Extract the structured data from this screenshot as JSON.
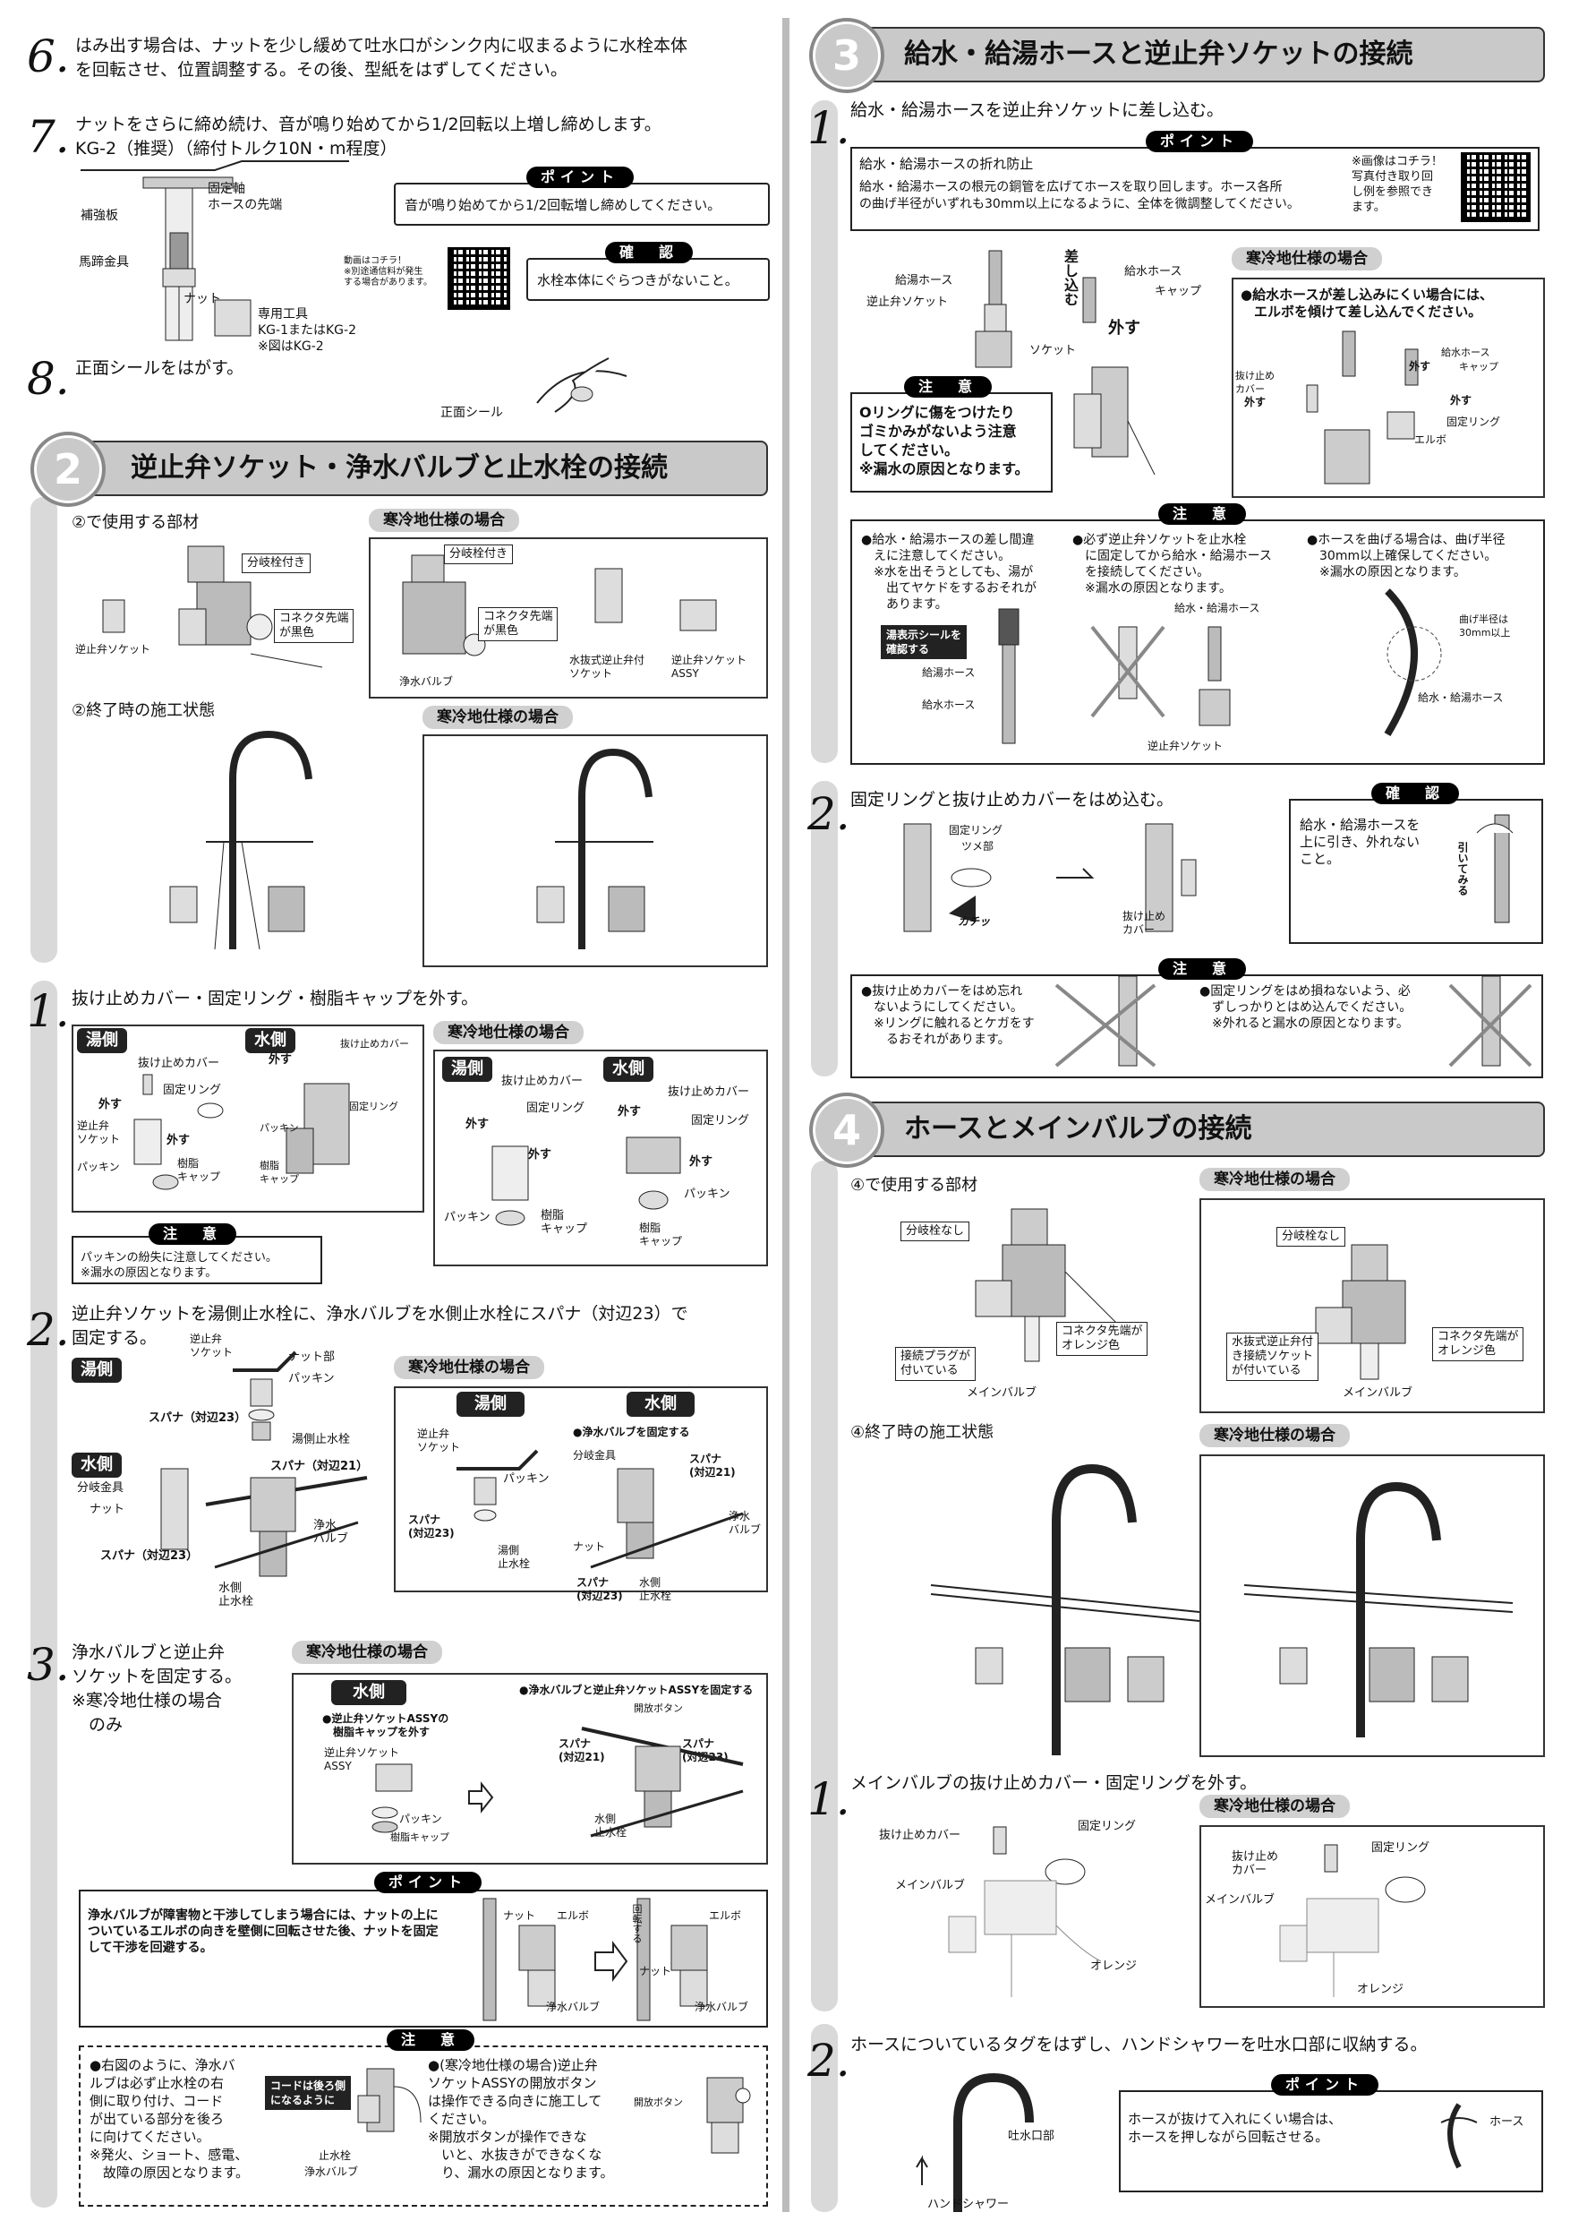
{
  "left": {
    "s6": {
      "num": "6.",
      "text": "はみ出す場合は、ナットを少し緩めて吐水口がシンク内に収まるように水栓本体\nを回転させ、位置調整する。その後、型紙をはずしてください。"
    },
    "s7": {
      "num": "7.",
      "text": "ナットをさらに締め続け、音が鳴り始めてから1/2回転以上増し締めします。\nKG-2（推奨）（締付トルク10N・m程度）",
      "labels": {
        "kotei": "固定軸",
        "hose_saki": "ホースの先端",
        "hokyo": "補強板",
        "bateikin": "馬蹄金具",
        "nut": "ナット",
        "tool": "専用工具\nKG-1またはKG-2\n※図はKG-2"
      },
      "point_tag": "ポイント",
      "point_text": "音が鳴り始めてから1/2回転増し締めしてください。",
      "video_note": "動画はコチラ！\n※別途通信料が発生\nする場合があります。",
      "kakunin_tag": "確　認",
      "kakunin_text": "水栓本体にぐらつきがないこと。"
    },
    "s8": {
      "num": "8.",
      "text": "正面シールをはがす。",
      "label": "正面シール"
    },
    "sec2": {
      "num": "2",
      "title": "逆止弁ソケット・浄水バルブと止水栓の接続"
    },
    "parts": {
      "used": "②で使用する部材",
      "kanrei": "寒冷地仕様の場合",
      "bunki": "分岐栓付き",
      "connector": "コネクタ先端\nが黒色",
      "gyakushi": "逆止弁ソケット",
      "jousui": "浄水バルブ",
      "mizunuki": "水抜式逆止弁付\nソケット",
      "assy": "逆止弁ソケット\nASSY",
      "done": "②終了時の施工状態",
      "kanrei2": "寒冷地仕様の場合"
    },
    "s1": {
      "num": "1.",
      "text": "抜け止めカバー・固定リング・樹脂キャップを外す。",
      "yu": "湯側",
      "mizu": "水側",
      "kanrei": "寒冷地仕様の場合",
      "nukedome": "抜け止めカバー",
      "kotei": "固定リング",
      "hazusu": "外す",
      "gyakushi": "逆止弁\nソケット",
      "packing": "パッキン",
      "jushi": "樹脂\nキャップ",
      "chui_tag": "注　意",
      "chui_text": "パッキンの紛失に注意してください。\n※漏水の原因となります。"
    },
    "s2": {
      "num": "2.",
      "text": "逆止弁ソケットを湯側止水栓に、浄水バルブを水側止水栓にスパナ（対辺23）で\n固定する。",
      "yu": "湯側",
      "mizu": "水側",
      "kanrei": "寒冷地仕様の場合",
      "gyakushi": "逆止弁\nソケット",
      "nutbu": "ナット部",
      "packing": "パッキン",
      "spanner23": "スパナ（対辺23）",
      "spanner21": "スパナ（対辺21）",
      "yu_shisui": "湯側止水栓",
      "bunki": "分岐金具",
      "nut": "ナット",
      "jousui": "浄水\nバルブ",
      "mizu_shisui": "水側\n止水栓",
      "kr_yu_shisui": "湯側\n止水栓",
      "kr_jousui_fix": "●浄水バルブを固定する",
      "kr_spanner23": "スパナ\n(対辺23)",
      "kr_spanner21": "スパナ\n(対辺21)"
    },
    "s3": {
      "num": "3.",
      "text": "浄水バルブと逆止弁\nソケットを固定する。\n※寒冷地仕様の場合\n　のみ",
      "kanrei": "寒冷地仕様の場合",
      "mizu": "水側",
      "remove_cap": "●逆止弁ソケットASSYの\n　樹脂キャップを外す",
      "fix": "●浄水バルブと逆止弁ソケットASSYを固定する",
      "assy": "逆止弁ソケット\nASSY",
      "packing": "パッキン",
      "jushi_cap": "樹脂キャップ",
      "kaiho": "開放ボタン",
      "spanner21": "スパナ\n(対辺21)",
      "spanner23": "スパナ\n(対辺23)",
      "mizu_shisui": "水側\n止水栓",
      "point_tag": "ポイント",
      "point_text": "浄水バルブが障害物と干渉してしまう場合には、ナットの上に\nついているエルボの向きを壁側に回転させた後、ナットを固定\nして干渉を回避する。",
      "nut": "ナット",
      "elbow": "エルボ",
      "jousui": "浄水バルブ",
      "kaiten": "回転する",
      "chui_tag": "注　意",
      "chui_left": "●右図のように、浄水バ\nルブは必ず止水栓の右\n側に取り付け、コード\nが出ている部分を後ろ\nに向けてください。\n※発火、ショート、感電、\n　故障の原因となります。",
      "code_label": "コードは後ろ側\nになるように",
      "shisui_label": "止水栓",
      "jousui_label": "浄水バルブ",
      "chui_right": "●(寒冷地仕様の場合)逆止弁\nソケットASSYの開放ボタン\nは操作できる向きに施工して\nください。\n※開放ボタンが操作できな\n　いと、水抜きができなくな\n　り、漏水の原因となります。",
      "kaiho_label": "開放ボタン"
    }
  },
  "right": {
    "sec3": {
      "num": "3",
      "title": "給水・給湯ホースと逆止弁ソケットの接続"
    },
    "s1": {
      "num": "1.",
      "text": "給水・給湯ホースを逆止弁ソケットに差し込む。",
      "point_tag": "ポイント",
      "point_head": "給水・給湯ホースの折れ防止",
      "point_text": "給水・給湯ホースの根元の銅管を広げてホースを取り回します。ホース各所\nの曲げ半径がいずれも30mm以上になるように、全体を微調整してください。",
      "qr_note": "※画像はコチラ！\n写真付き取り回\nし例を参照でき\nます。",
      "kyuto": "給湯ホース",
      "gyakushi": "逆止弁ソケット",
      "sashikomu": "差し込む",
      "kyusui": "給水ホース",
      "cap": "キャップ",
      "socket": "ソケット",
      "hazusu": "外す",
      "kanrei": "寒冷地仕様の場合",
      "kanrei_text": "●給水ホースが差し込みにくい場合には、\n　エルボを傾けて差し込んでください。",
      "nukedome": "抜け止め\nカバー",
      "kotei": "固定リング",
      "elbow": "エルボ",
      "chui_tag": "注　意",
      "chui_text": "Oリングに傷をつけたり\nゴミかみがないよう注意\nしてください。\n※漏水の原因となります。",
      "chui2_tag": "注　意",
      "c1": "●給水・給湯ホースの差し間違\n　えに注意してください。\n　※水を出そうとしても、湯が\n　　出てヤケドをするおそれが\n　　あります。",
      "c1_label": "湯表示シールを\n確認する",
      "c1_kyuto": "給湯ホース",
      "c1_kyusui": "給水ホース",
      "c2": "●必ず逆止弁ソケットを止水栓\n　に固定してから給水・給湯ホース\n　を接続してください。\n　※漏水の原因となります。",
      "c2_hose": "給水・給湯ホース",
      "c2_socket": "逆止弁ソケット",
      "c3": "●ホースを曲げる場合は、曲げ半径\n　30mm以上確保してください。\n　※漏水の原因となります。",
      "c3_r": "曲げ半径は\n30mm以上",
      "c3_hose": "給水・給湯ホース"
    },
    "s2": {
      "num": "2.",
      "text": "固定リングと抜け止めカバーをはめ込む。",
      "kotei": "固定リング",
      "tsume": "ツメ部",
      "kachi": "カチッ",
      "nukedome": "抜け止め\nカバー",
      "kakunin_tag": "確　認",
      "kakunin_text": "給水・給湯ホースを\n上に引き、外れない\nこと。",
      "hiku": "引いてみる",
      "chui_tag": "注　意",
      "c1": "●抜け止めカバーをはめ忘れ\n　ないようにしてください。\n　※リングに触れるとケガをす\n　　るおそれがあります。",
      "c2": "●固定リングをはめ損ねないよう、必\n　ずしっかりとはめ込んでください。\n　※外れると漏水の原因となります。"
    },
    "sec4": {
      "num": "4",
      "title": "ホースとメインバルブの接続"
    },
    "parts": {
      "used": "④で使用する部材",
      "kanrei": "寒冷地仕様の場合",
      "bunki_nashi": "分岐栓なし",
      "connector": "コネクタ先端が\nオレンジ色",
      "plug": "接続プラグが\n付いている",
      "main": "メインバルブ",
      "mizunuki": "水抜式逆止弁付\nき接続ソケット\nが付いている",
      "done": "④終了時の施工状態",
      "kanrei2": "寒冷地仕様の場合"
    },
    "s1b": {
      "num": "1.",
      "text": "メインバルブの抜け止めカバー・固定リングを外す。",
      "kanrei": "寒冷地仕様の場合",
      "nukedome": "抜け止めカバー",
      "nukedome2": "抜け止め\nカバー",
      "kotei": "固定リング",
      "main": "メインバルブ",
      "orange": "オレンジ"
    },
    "s2b": {
      "num": "2.",
      "text": "ホースについているタグをはずし、ハンドシャワーを吐水口部に収納する。",
      "tosui": "吐水口部",
      "shower": "ハンドシャワー",
      "point_tag": "ポイント",
      "point_text": "ホースが抜けて入れにくい場合は、\nホースを押しながら回転させる。",
      "hose": "ホース"
    }
  }
}
